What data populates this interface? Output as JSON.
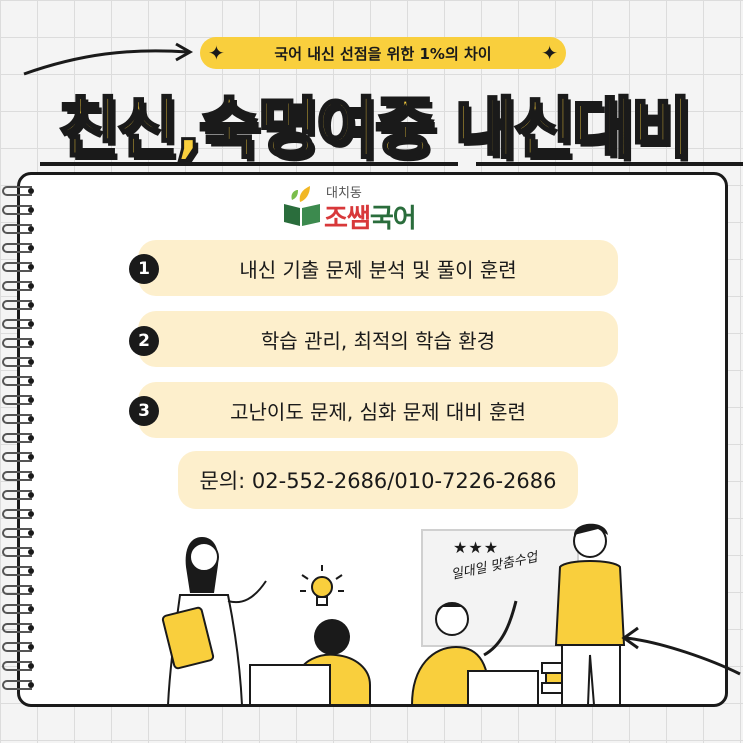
{
  "banner": {
    "text": "국어 내신 선점을 위한 1%의 차이",
    "star": "✦"
  },
  "title": {
    "text": "친신,숙명여중 내신대비"
  },
  "logo": {
    "small": "대치동",
    "brand_a": "조쌤",
    "brand_b": "국어"
  },
  "items": [
    {
      "number": "1",
      "text": "내신 기출 문제 분석 및 풀이 훈련"
    },
    {
      "number": "2",
      "text": "학습 관리, 최적의 학습 환경"
    },
    {
      "number": "3",
      "text": "고난이도 문제, 심화 문제 대비 훈련"
    }
  ],
  "contact": {
    "text": "문의: 02-552-2686/010-7226-2686"
  },
  "whiteboard": {
    "stars": "★★★",
    "text": "일대일 맞춤수업"
  },
  "colors": {
    "accent": "#f9cf3d",
    "pill": "#fdefcc",
    "ink": "#1a1a1a"
  }
}
